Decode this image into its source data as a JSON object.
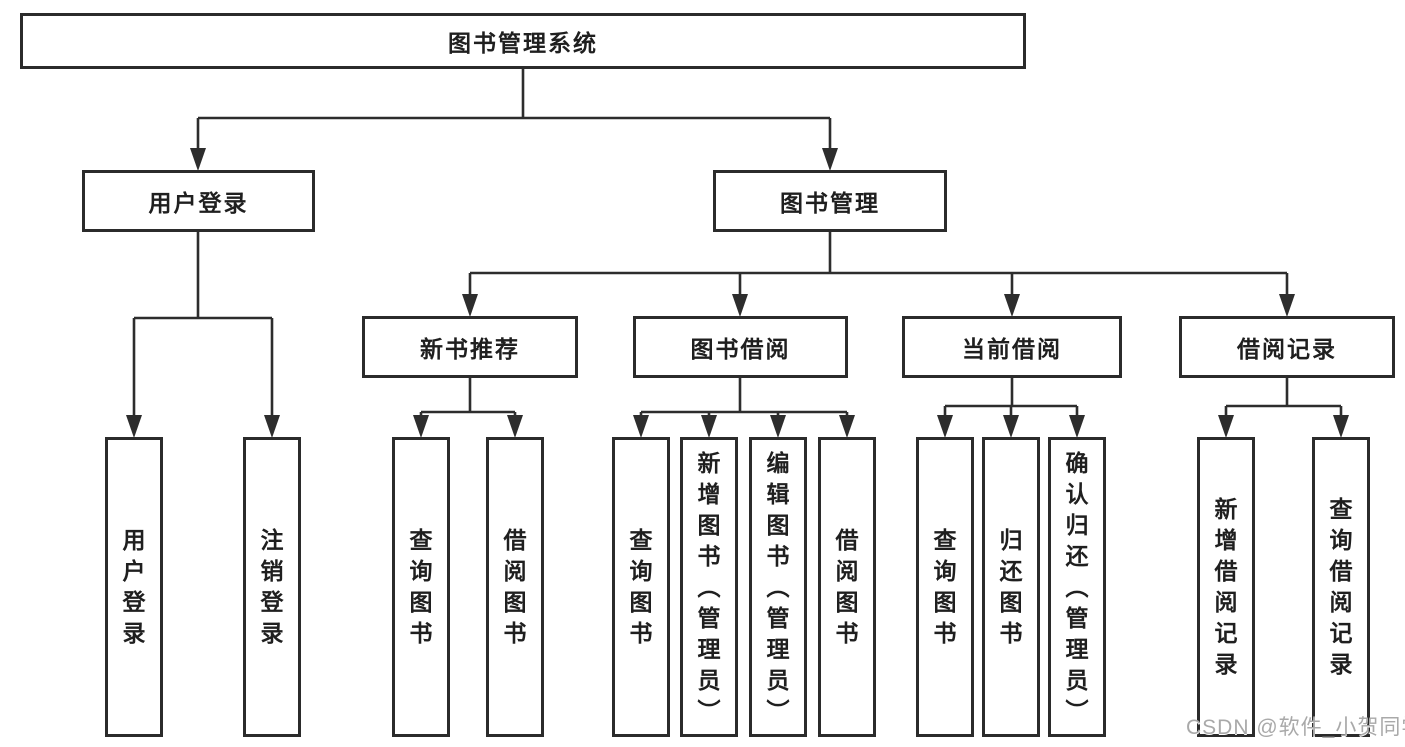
{
  "colors": {
    "background": "#ffffff",
    "line": "#2d2d2d",
    "border": "#2b2b2b",
    "text": "#1f1f1f",
    "watermark": "#a9a9a9"
  },
  "meta": {
    "watermark": "CSDN @软件_小贺同学"
  },
  "tree": {
    "root": "图书管理系统",
    "branches": [
      {
        "label": "用户登录",
        "children": [
          "用户登录",
          "注销登录"
        ]
      },
      {
        "label": "图书管理",
        "sections": [
          {
            "label": "新书推荐",
            "children": [
              "查询图书",
              "借阅图书"
            ]
          },
          {
            "label": "图书借阅",
            "children": [
              "查询图书",
              "新增图书（管理员）",
              "编辑图书（管理员）",
              "借阅图书"
            ]
          },
          {
            "label": "当前借阅",
            "children": [
              "查询图书",
              "归还图书",
              "确认归还（管理员）"
            ]
          },
          {
            "label": "借阅记录",
            "children": [
              "新增借阅记录",
              "查询借阅记录"
            ]
          }
        ]
      }
    ]
  }
}
